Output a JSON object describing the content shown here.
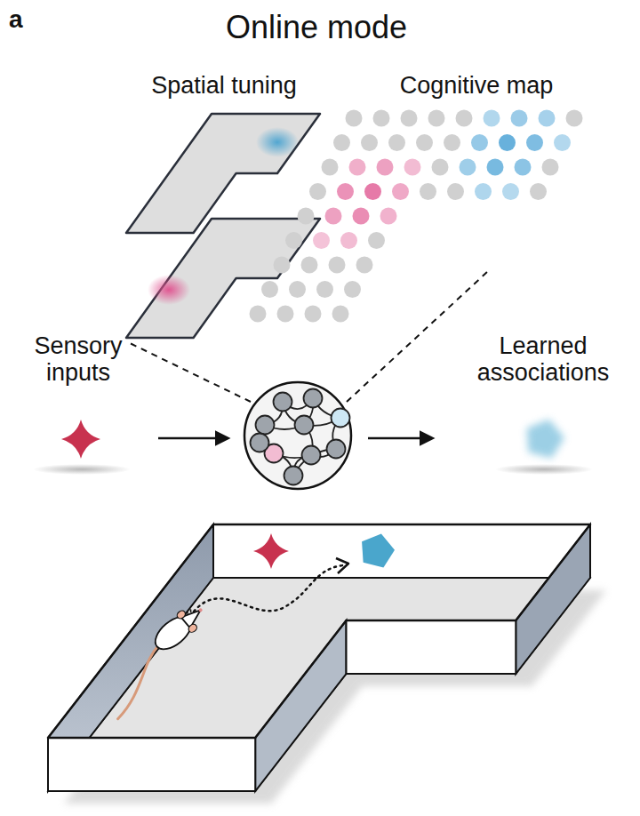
{
  "diagram": {
    "title": "Online mode",
    "labels": [
      "a",
      "Spatial tuning",
      "Cognitive map",
      "Sensory inputs",
      "Learned associations"
    ]
  }
}
